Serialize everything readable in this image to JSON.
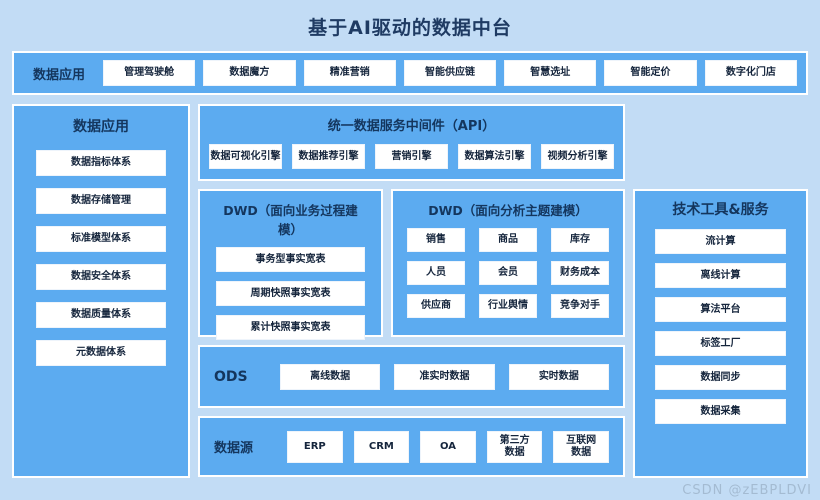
{
  "title": "基于AI驱动的数据中台",
  "app_band": {
    "label": "数据应用",
    "items": [
      "管理驾驶舱",
      "数据魔方",
      "精准营销",
      "智能供应链",
      "智慧选址",
      "智能定价",
      "数字化门店"
    ]
  },
  "left_column": {
    "title": "数据应用",
    "items": [
      "数据指标体系",
      "数据存储管理",
      "标准模型体系",
      "数据安全体系",
      "数据质量体系",
      "元数据体系"
    ]
  },
  "api_panel": {
    "title": "统一数据服务中间件（API）",
    "items": [
      "数据可视化引擎",
      "数据推荐引擎",
      "营销引擎",
      "数据算法引擎",
      "视频分析引擎"
    ]
  },
  "dwd_process": {
    "title": "DWD（面向业务过程建模）",
    "items": [
      "事务型事实宽表",
      "周期快照事实宽表",
      "累计快照事实宽表"
    ]
  },
  "dwd_subject": {
    "title": "DWD（面向分析主题建模）",
    "items": [
      "销售",
      "商品",
      "库存",
      "人员",
      "会员",
      "财务成本",
      "供应商",
      "行业舆情",
      "竞争对手"
    ]
  },
  "ods": {
    "label": "ODS",
    "items": [
      "离线数据",
      "准实时数据",
      "实时数据"
    ]
  },
  "data_source": {
    "label": "数据源",
    "items": [
      "ERP",
      "CRM",
      "OA",
      "第三方\n数据",
      "互联网\n数据"
    ]
  },
  "right_column": {
    "title": "技术工具&服务",
    "items": [
      "流计算",
      "离线计算",
      "算法平台",
      "标签工厂",
      "数据同步",
      "数据采集"
    ]
  },
  "watermark": "CSDN @zEBPLDVI",
  "colors": {
    "background": "#c2dcf5",
    "panel": "#5cabf0",
    "panel_border": "#ffffff",
    "title_text": "#1f3b63",
    "chip_text": "#15253c"
  }
}
